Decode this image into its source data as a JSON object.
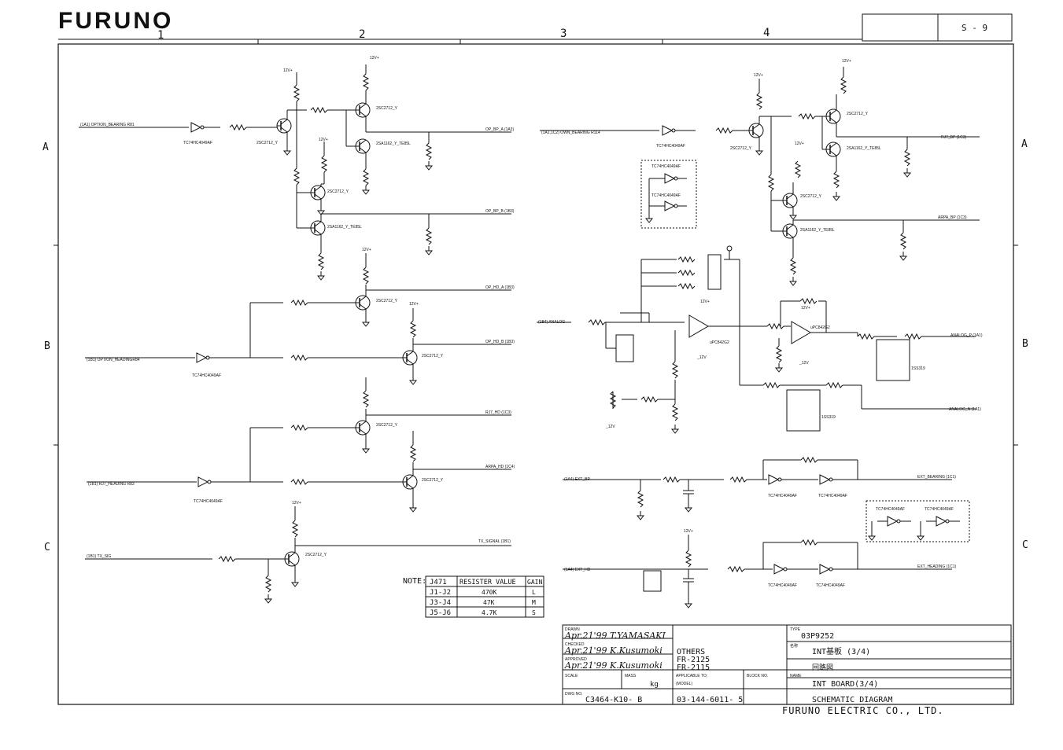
{
  "header": {
    "logo": "FURUNO",
    "sheet_id": "S - 9",
    "column_numbers": [
      "1",
      "2",
      "3",
      "4"
    ],
    "row_letters": [
      "A",
      "B",
      "C"
    ]
  },
  "circuit_labels": {
    "option_bearing_in": "(1A1) OPTION_BEARING R81",
    "option_heading_in": "(1B1) OPTION_HEADINGR84",
    "rj7_heading_in": "(1B1) RJ7_HEADING R83",
    "tx_sig_in": "(1B1) TX_SIG",
    "own_bearing_in": "(1A1,1C2) OWN_BEARING R114",
    "analog_in": "(1B4) ANALOG",
    "ext_bp_in": "(1A4) EXT_BP",
    "ext_hd_in": "(1A4) EXT_HD",
    "op_bp_a": "OP_BP_A (1A3)",
    "op_bp_b": "OP_BP_B (1B3)",
    "op_hd_a": "OP_HD_A (1B3)",
    "op_hd_b": "OP_HD_B (1B3)",
    "rj7_hd": "RJ7_HD (1C3)",
    "arpa_hd": "ARPA_HD (1C4)",
    "tx_signal": "TX_SIGNAL (1B1)",
    "rj7_bp": "RJ7_BP (1C3)",
    "arpa_bp": "ARPA_BP (1C3)",
    "analog_p": "ANALOG_P (1A1)",
    "analog_n": "ANALOG_N (1A1)",
    "ext_bearing": "EXT_BEARING (1C1)",
    "ext_heading": "EXT_HEADING (1C1)",
    "inverter": "TC74HC4049AF",
    "npn": "2SC2712_Y",
    "pnp": "2SA1162_Y_TE85L",
    "opamp": "uPC842G2",
    "diode_pair": "1SS319",
    "supply": "12V+",
    "neg_supply": "_12V"
  },
  "note_table": {
    "title": "NOTE:",
    "headers": [
      "J471",
      "RESISTER VALUE",
      "GAIN"
    ],
    "rows": [
      [
        "J1-J2",
        "470K",
        "L"
      ],
      [
        "J3-J4",
        "47K",
        "M"
      ],
      [
        "J5-J6",
        "4.7K",
        "S"
      ]
    ]
  },
  "title_block": {
    "drawn_label": "DRAWN",
    "drawn_sig": "Apr.21'99 T.YAMASAKI",
    "checked_label": "CHECKED",
    "checked_sig": "Apr.21'99 K.Kusumoki",
    "approved_label": "APPROVED",
    "approved_sig": "Apr.21'99 K.Kusumoki",
    "scale_label": "SCALE",
    "mass_label": "MASS",
    "mass_unit": "kg",
    "dwg_no_label": "DWG NO.",
    "dwg_no": "C3464-K10- B",
    "others": "OTHERS",
    "model_1": "FR-2125",
    "model_2": "FR-2115",
    "applicable_label": "APPLICABLE TO;",
    "model_label": "(MODEL)",
    "block_label": "BLOCK NO.",
    "part_no": "03-144-6011- 5",
    "type_label": "TYPE",
    "type_value": "03P9252",
    "jp_name_label": "名称",
    "jp_name": "INT基板 (3/4)",
    "jp_title": "回路図",
    "name_label": "NAME",
    "name_value": "INT BOARD(3/4)",
    "description": "SCHEMATIC DIAGRAM",
    "company": "FURUNO ELECTRIC CO., LTD."
  }
}
